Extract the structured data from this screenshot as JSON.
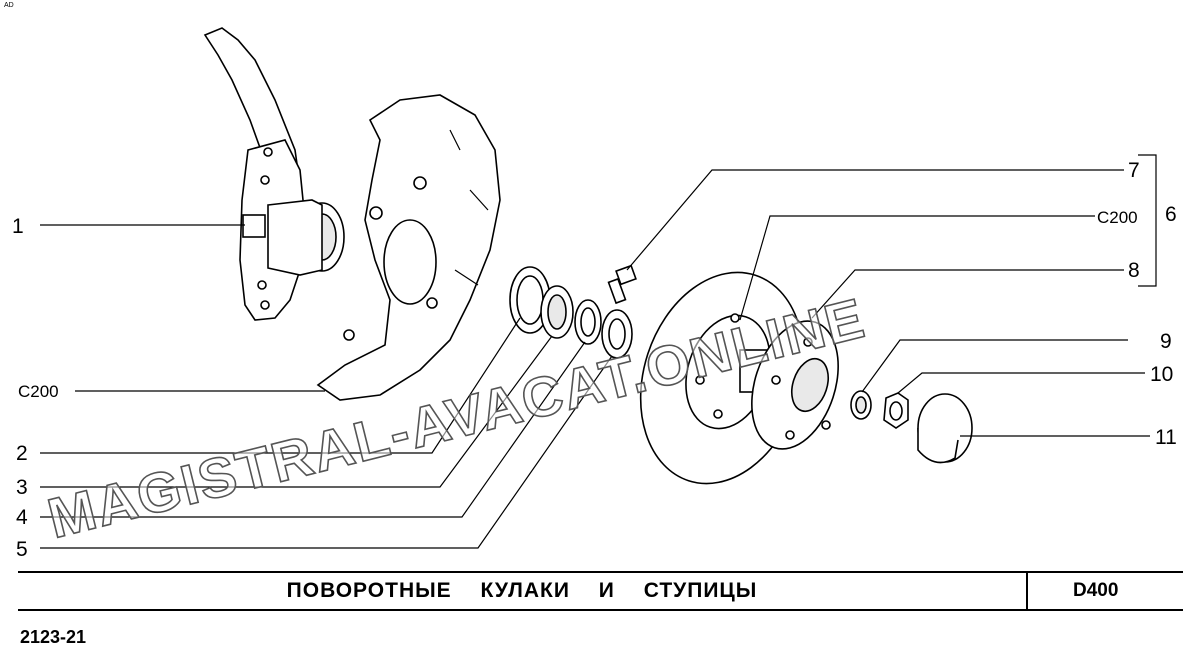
{
  "diagram": {
    "title": "ПОВОРОТНЫЕ КУЛАКИ И СТУПИЦЫ",
    "section_code": "D400",
    "model_code": "2123-21",
    "corner_mark": "AD",
    "watermark": "MAGISTRAL-AVACAT.ONLINE",
    "callouts": {
      "c1": "1",
      "c2": "2",
      "c3": "3",
      "c4": "4",
      "c5": "5",
      "c6": "6",
      "c7": "7",
      "c8": "8",
      "c9": "9",
      "c10": "10",
      "c11": "11"
    },
    "notes": {
      "c200_left": "C200",
      "c200_right": "C200"
    }
  }
}
